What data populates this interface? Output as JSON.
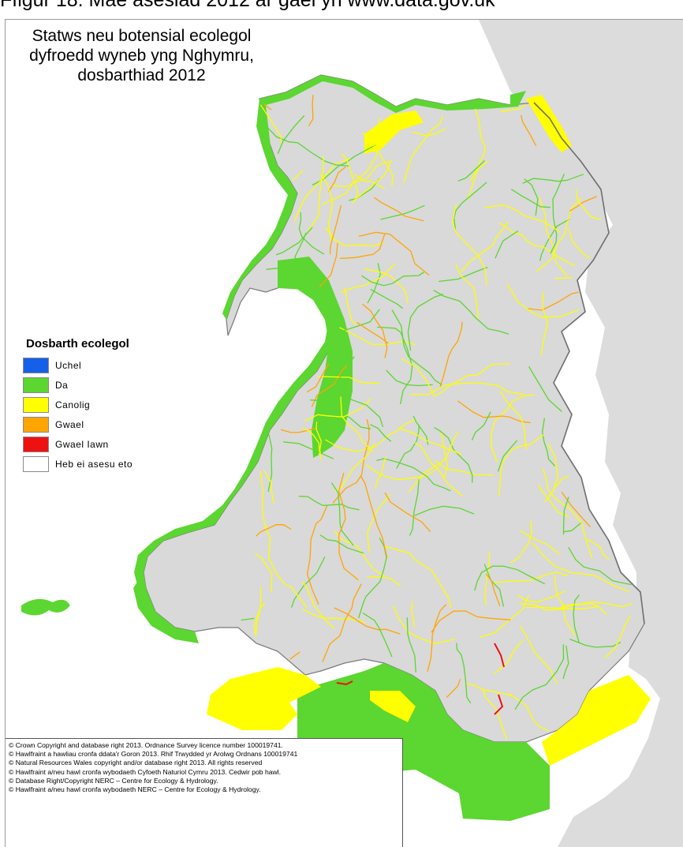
{
  "caption": "Ffigur 18.   Mae asesiad 2012 ar gael yn www.data.gov.uk",
  "map": {
    "title_lines": [
      "Statws neu botensial ecolegol",
      "dyfroedd wyneb yng Nghymru,",
      "dosbarthiad 2012"
    ],
    "legend": {
      "title": "Dosbarth ecolegol",
      "items": [
        {
          "label": "Uchel",
          "color": "#1560e8"
        },
        {
          "label": "Da",
          "color": "#5cd630"
        },
        {
          "label": "Canolig",
          "color": "#ffff00"
        },
        {
          "label": "Gwael",
          "color": "#ffa500"
        },
        {
          "label": "Gwael Iawn",
          "color": "#ee1111"
        },
        {
          "label": "Heb ei asesu eto",
          "color": "#ffffff"
        }
      ]
    },
    "credits": [
      "© Crown Copyright and database right 2013. Ordnance Survey licence number 100019741.",
      "© Hawlfraint a hawliau cronfa ddata'r Goron 2013. Rhif Trwydded yr Arolwg Ordnans 100019741",
      "© Natural Resources Wales copyright and/or database right 2013. All rights reserved",
      "© Hawlfraint a/neu hawl cronfa wybodaeth Cyfoeth Naturiol Cymru 2013. Cedwir pob hawl.",
      "© Database Right/Copyright NERC – Centre for Ecology & Hydrology.",
      "© Hawlfraint a/neu hawl cronfa wybodaeth NERC – Centre for Ecology & Hydrology."
    ]
  }
}
